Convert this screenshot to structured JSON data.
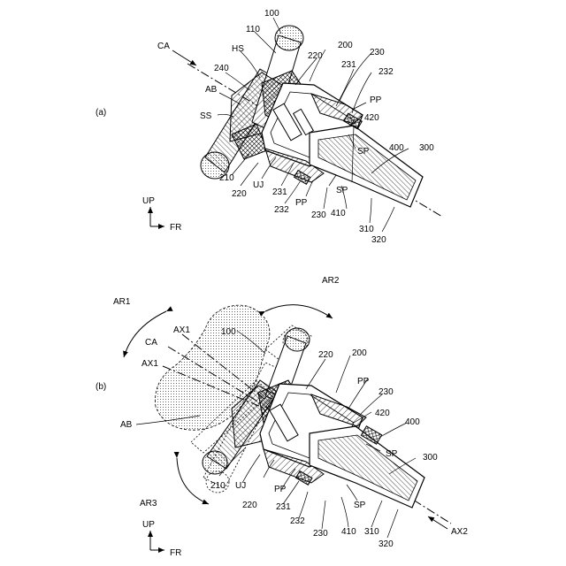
{
  "panels": [
    {
      "label": "(a)",
      "refs": {
        "r100": "100",
        "r110": "110",
        "ca": "CA",
        "hs": "HS",
        "r240": "240",
        "ab": "AB",
        "ss": "SS",
        "r210": "210",
        "r220a": "220",
        "r220b": "220",
        "uj": "UJ",
        "r200": "200",
        "r230a": "230",
        "r231a": "231",
        "r232a": "232",
        "pp_a": "PP",
        "r420": "420",
        "sp_a": "SP",
        "r400": "400",
        "r300": "300",
        "r231b": "231",
        "r232b": "232",
        "pp_b": "PP",
        "r230b": "230",
        "r410": "410",
        "sp_b": "SP",
        "r310": "310",
        "r320": "320"
      },
      "axis": {
        "up": "UP",
        "fr": "FR"
      }
    },
    {
      "label": "(b)",
      "refs": {
        "ar1": "AR1",
        "ar2": "AR2",
        "r100": "100",
        "ax1a": "AX1",
        "ca": "CA",
        "ax1b": "AX1",
        "r220a": "220",
        "r200": "200",
        "pp_a": "PP",
        "r230a": "230",
        "ab": "AB",
        "r420": "420",
        "r400": "400",
        "sp_a": "SP",
        "r300": "300",
        "r210": "210",
        "uj": "UJ",
        "ar3": "AR3",
        "pp_b": "PP",
        "sp_b": "SP",
        "r220b": "220",
        "r231": "231",
        "r232": "232",
        "r230b": "230",
        "r410": "410",
        "r310": "310",
        "r320": "320",
        "ax2": "AX2"
      },
      "axis": {
        "up": "UP",
        "fr": "FR"
      }
    }
  ]
}
